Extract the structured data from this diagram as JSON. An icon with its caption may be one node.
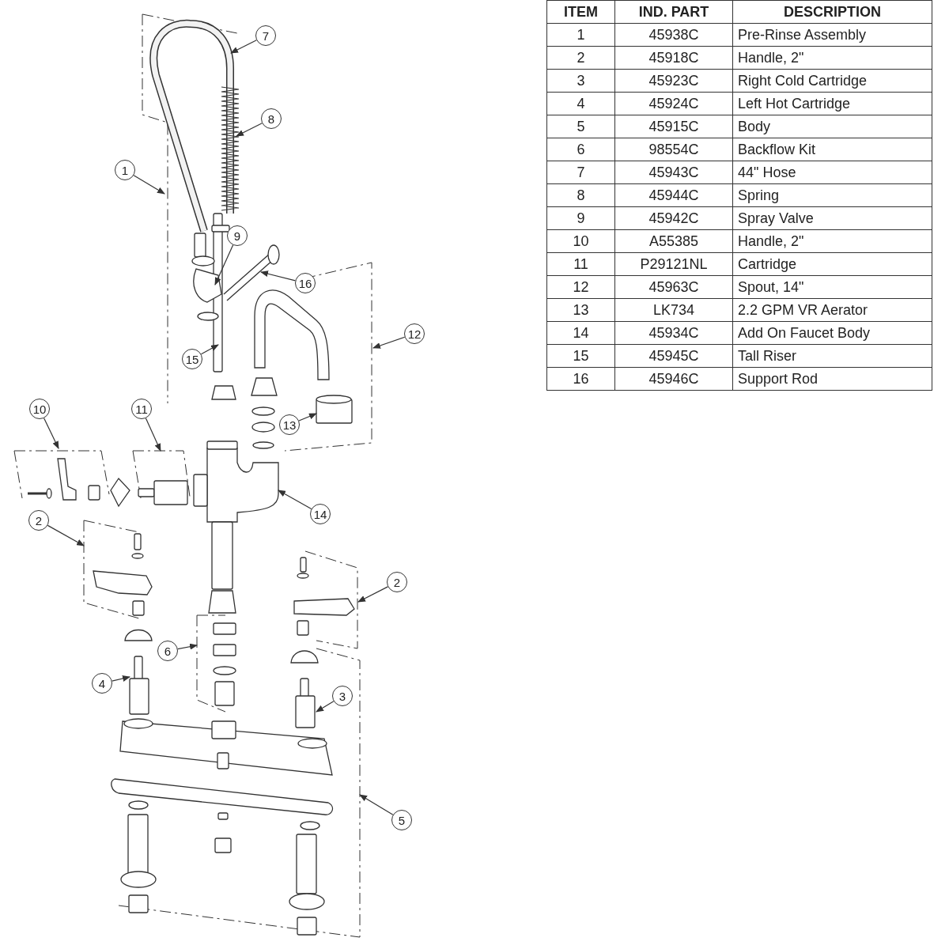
{
  "diagram": {
    "nodes": [
      {
        "text": [
          "7"
        ]
      },
      {
        "text": [
          "8"
        ]
      },
      {
        "text": [
          "1"
        ]
      },
      {
        "text": [
          "9"
        ]
      },
      {
        "text": [
          "16"
        ]
      },
      {
        "text": [
          "12"
        ]
      },
      {
        "text": [
          "15"
        ]
      },
      {
        "text": [
          "10"
        ]
      },
      {
        "text": [
          "11"
        ]
      },
      {
        "text": [
          "13"
        ]
      },
      {
        "text": [
          "14"
        ]
      },
      {
        "text": [
          "2"
        ]
      },
      {
        "text": [
          "2"
        ]
      },
      {
        "text": [
          "6"
        ]
      },
      {
        "text": [
          "4"
        ]
      },
      {
        "text": [
          "3"
        ]
      },
      {
        "text": [
          "5"
        ]
      }
    ],
    "edges": [
      {
        "from": 0,
        "to": null,
        "arrow": "to"
      },
      {
        "from": 1,
        "to": null,
        "arrow": "to"
      },
      {
        "from": 2,
        "to": null,
        "arrow": "to"
      },
      {
        "from": 3,
        "to": null,
        "arrow": "to"
      },
      {
        "from": 4,
        "to": null,
        "arrow": "to"
      },
      {
        "from": 5,
        "to": null,
        "arrow": "to"
      },
      {
        "from": 6,
        "to": null,
        "arrow": "to"
      },
      {
        "from": 7,
        "to": null,
        "arrow": "to"
      },
      {
        "from": 8,
        "to": null,
        "arrow": "to"
      },
      {
        "from": 9,
        "to": null,
        "arrow": "to"
      },
      {
        "from": 10,
        "to": null,
        "arrow": "to"
      },
      {
        "from": 11,
        "to": null,
        "arrow": "to"
      },
      {
        "from": 12,
        "to": null,
        "arrow": "to"
      },
      {
        "from": 13,
        "to": null,
        "arrow": "to"
      },
      {
        "from": 14,
        "to": null,
        "arrow": "to"
      },
      {
        "from": 15,
        "to": null,
        "arrow": "to"
      },
      {
        "from": 16,
        "to": null,
        "arrow": "to"
      }
    ],
    "labels": [
      "ITEM",
      "IND. PART",
      "DESCRIPTION",
      "1",
      "45938C",
      "Pre-Rinse Assembly",
      "2",
      "45918C",
      "Handle, 2\"",
      "3",
      "45923C",
      "Right Cold Cartridge",
      "4",
      "45924C",
      "Left Hot Cartridge",
      "5",
      "45915C",
      "Body",
      "6",
      "98554C",
      "Backflow Kit",
      "7",
      "45943C",
      "44\" Hose",
      "8",
      "45944C",
      "Spring",
      "9",
      "45942C",
      "Spray Valve",
      "10",
      "A55385",
      "Handle, 2\"",
      "11",
      "P29121NL",
      "Cartridge",
      "12",
      "45963C",
      "Spout, 14\"",
      "13",
      "LK734",
      "2.2 GPM VR Aerator",
      "14",
      "45934C",
      "Add On Faucet Body",
      "15",
      "45945C",
      "Tall Riser",
      "16",
      "45946C",
      "Support Rod"
    ]
  }
}
